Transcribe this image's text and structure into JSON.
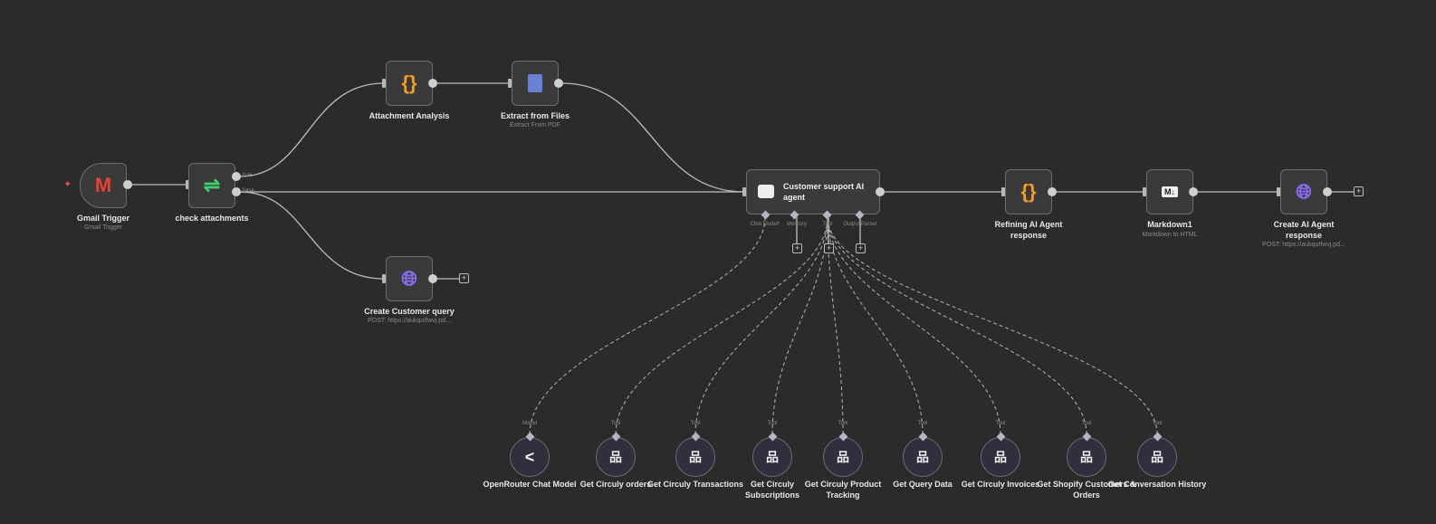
{
  "nodes": {
    "gmail": {
      "label": "Gmail Trigger",
      "sub": "Gmail Trigger"
    },
    "check": {
      "label": "check attachments",
      "true_label": "true",
      "false_label": "false"
    },
    "attach": {
      "label": "Attachment Analysis"
    },
    "extract": {
      "label": "Extract from Files",
      "sub": "Extract From PDF"
    },
    "agent": {
      "label": "Customer support AI agent",
      "ports": [
        "Chat Model*",
        "Memory",
        "Tool",
        "Output Parser"
      ]
    },
    "refine": {
      "label": "Refining AI Agent response"
    },
    "markdown": {
      "label": "Markdown1",
      "sub": "Markdown to HTML"
    },
    "create_resp": {
      "label": "Create AI Agent response",
      "sub": "POST: https://aukqutfwvj.pd..."
    },
    "create_query": {
      "label": "Create Customer query",
      "sub": "POST: https://aukqutfwvj.pd..."
    }
  },
  "sub_nodes": [
    {
      "label": "OpenRouter Chat Model",
      "type": "Model"
    },
    {
      "label": "Get Circuly orders",
      "type": "Tool"
    },
    {
      "label": "Get Circuly Transactions",
      "type": "Tool"
    },
    {
      "label": "Get Circuly Subscriptions",
      "type": "Tool"
    },
    {
      "label": "Get Circuly Product Tracking",
      "type": "Tool"
    },
    {
      "label": "Get Query Data",
      "type": "Tool"
    },
    {
      "label": "Get Circuly Invoices",
      "type": "Tool"
    },
    {
      "label": "Get Shopify Customers & Orders",
      "type": "Tool"
    },
    {
      "label": "Get Conversation History",
      "type": "Tool"
    }
  ],
  "colors": {
    "code": "#f39c26",
    "http": "#8a6df0",
    "extract": "#6a7fd6",
    "if": "#3ecf6e"
  }
}
